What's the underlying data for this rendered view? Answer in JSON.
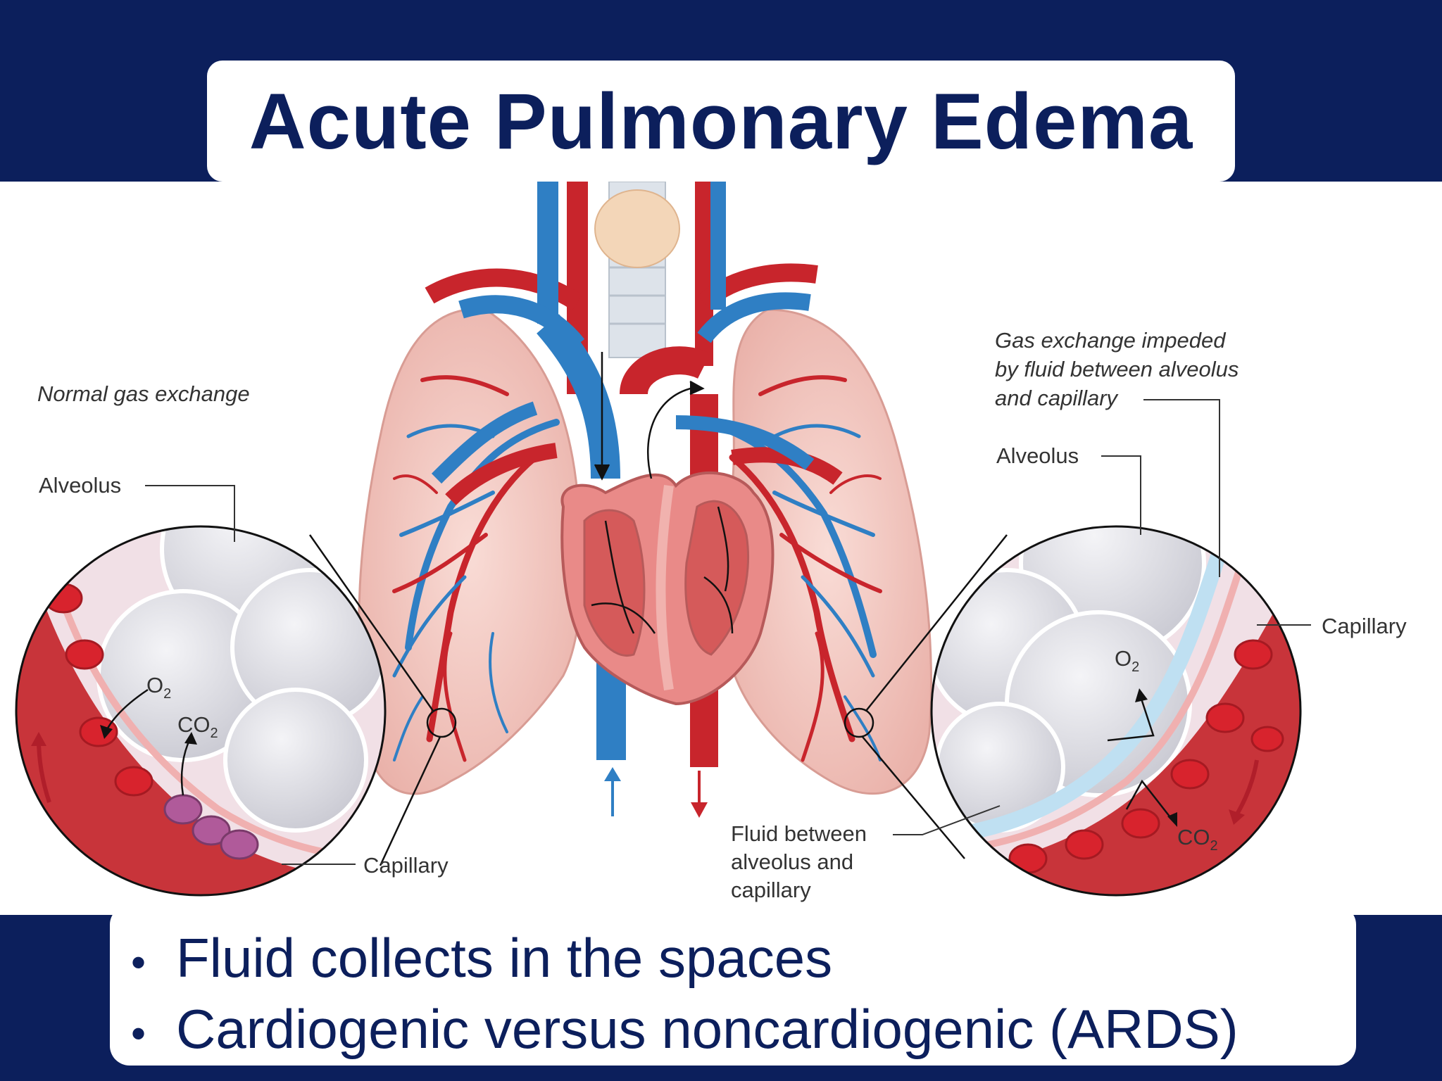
{
  "slide": {
    "title": "Acute Pulmonary Edema",
    "bullets": [
      "Fluid collects in the spaces",
      "Cardiogenic versus noncardiogenic (ARDS)"
    ]
  },
  "diagram": {
    "left_inset": {
      "caption": "Normal gas exchange",
      "alveolus_label": "Alveolus",
      "capillary_label": "Capillary",
      "o2_label": "O",
      "o2_sub": "2",
      "co2_label": "CO",
      "co2_sub": "2"
    },
    "right_inset": {
      "caption_line1": "Gas exchange impeded",
      "caption_line2": "by fluid between alveolus",
      "caption_line3": "and capillary",
      "alveolus_label": "Alveolus",
      "capillary_label": "Capillary",
      "o2_label": "O",
      "o2_sub": "2",
      "co2_label": "CO",
      "co2_sub": "2"
    },
    "fluid_label_line1": "Fluid between",
    "fluid_label_line2": "alveolus and",
    "fluid_label_line3": "capillary",
    "colors": {
      "navy": "#0c1f5c",
      "vein_blue": "#2f7fc4",
      "artery_red": "#c8252c",
      "lung_pink": "#f2c6c0",
      "heart_pink": "#e98a88",
      "fluid_blue": "#bfe0f2"
    }
  }
}
